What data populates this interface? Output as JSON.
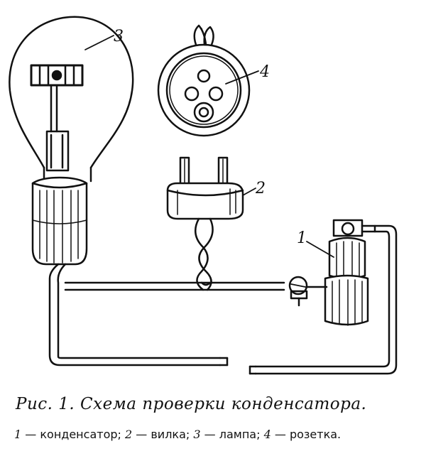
{
  "caption": {
    "title": "Рис. 1. Схема проверки конденсатора.",
    "legend": [
      {
        "num": "1",
        "text": "конденсатор;"
      },
      {
        "num": "2",
        "text": "вилка;"
      },
      {
        "num": "3",
        "text": "лампа;"
      },
      {
        "num": "4",
        "text": "розетка."
      }
    ]
  },
  "labels": {
    "capacitor": "1",
    "plug": "2",
    "lamp": "3",
    "socket": "4"
  }
}
